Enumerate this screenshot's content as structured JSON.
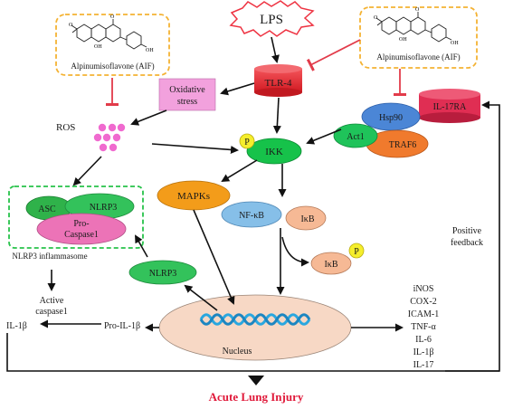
{
  "stimulus": "LPS",
  "receptor": "TLR-4",
  "oxidative_stress_line1": "Oxidative",
  "oxidative_stress_line2": "stress",
  "ros": "ROS",
  "compound_left": "Alpinumisoflavone (AIF)",
  "compound_right": "Alpinumisoflavone (AIF)",
  "ikk": "IKK",
  "phospho": "P",
  "mapks": "MAPKs",
  "nfkb": "NF-κB",
  "ikb": "IκB",
  "ikb_free": "IκB",
  "il17ra": "IL-17RA",
  "hsp90": "Hsp90",
  "act1": "Act1",
  "traf6": "TRAF6",
  "inflammasome": {
    "asc": "ASC",
    "nlrp3": "NLRP3",
    "pro_caspase_line1": "Pro-",
    "pro_caspase_line2": "Caspase1",
    "caption": "NLRP3 inflammasome"
  },
  "nlrp3_free": "NLRP3",
  "active_caspase_line1": "Active",
  "active_caspase_line2": "caspase1",
  "il1b_out": "IL-1β",
  "pro_il1b": "Pro-IL-1β",
  "nucleus": "Nucleus",
  "positive_feedback_line1": "Positive",
  "positive_feedback_line2": "feedback",
  "cytokines": [
    "iNOS",
    "COX-2",
    "ICAM-1",
    "TNF-α",
    "IL-6",
    "IL-1β",
    "IL-17"
  ],
  "outcome": "Acute Lung Injury",
  "colors": {
    "receptor": "#e8212a",
    "oxidative_stress": "#f2a1dd",
    "ros_dots": "#f06acf",
    "ikk": "#16c24a",
    "phospho": "#f5ee2c",
    "mapks": "#f39c1a",
    "nfkb": "#86bfe8",
    "ikb": "#f6b995",
    "il17ra": "#e02e53",
    "hsp90": "#4b86d6",
    "act1": "#1fc35a",
    "traf6": "#f07a2d",
    "asc": "#2fb24a",
    "nlrp3": "#33c25b",
    "pro_caspase": "#ec73b7",
    "nucleus": "#f7d8c5",
    "dna": "#2aa7df",
    "outcome_text": "#e0193a",
    "dashed_yellow": "#f4b233",
    "dashed_green": "#27c24a"
  }
}
